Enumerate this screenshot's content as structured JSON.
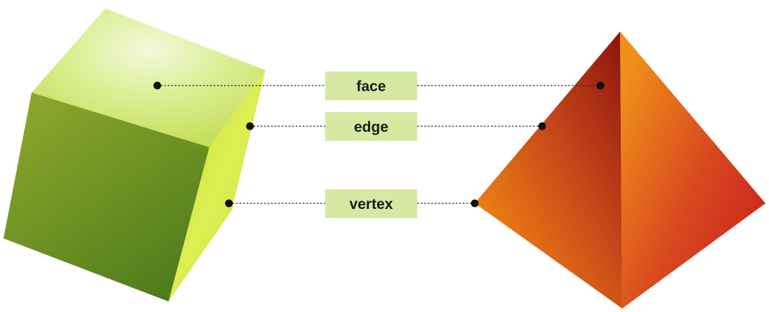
{
  "labels": {
    "face": "face",
    "edge": "edge",
    "vertex": "vertex"
  },
  "colors": {
    "label_box": "#d6e8a2",
    "leader_line": "#222222",
    "cube_top_light": "#eef7cf",
    "cube_top_mid": "#cfe56a",
    "cube_front_light": "#8da52a",
    "cube_front_dark": "#4f7a1c",
    "cube_side_light": "#e1f05c",
    "cube_side_dark": "#b8d42a",
    "pyramid_left_dark": "#9a1a0c",
    "pyramid_left_light": "#f08a10",
    "pyramid_right_light": "#ee8a12",
    "pyramid_right_dark": "#c81e1e"
  },
  "shapes": {
    "left": "cube-icon",
    "right": "pyramid-icon"
  }
}
